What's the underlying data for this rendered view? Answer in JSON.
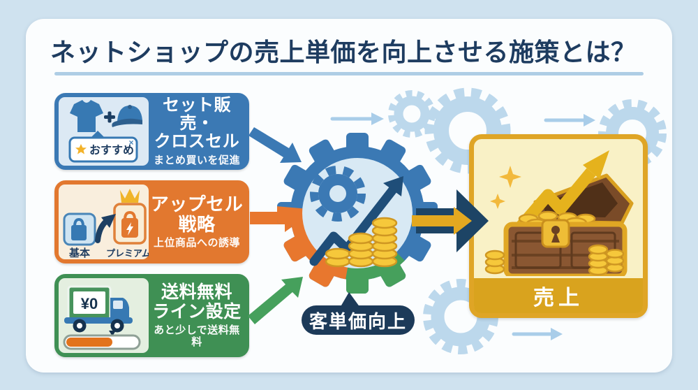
{
  "header": {
    "title": "ネットショップの売上単価を向上させる施策とは？"
  },
  "strategies": [
    {
      "name": "cross-sell",
      "title_line1": "セット販売・",
      "title_line2": "クロスセル",
      "subtitle": "まとめ買いを促進",
      "badge": "おすすめ",
      "badge_close": "×",
      "icons": [
        "tshirt-icon",
        "plus-icon",
        "cap-icon",
        "star-icon",
        "recommend-bubble"
      ]
    },
    {
      "name": "upsell",
      "title_line1": "アップセル",
      "title_line2": "戦略",
      "subtitle": "上位商品への誘導",
      "label_basic": "基本",
      "label_premium": "プレミアム",
      "icons": [
        "bag-basic-icon",
        "upgrade-arrow-icon",
        "bag-premium-icon",
        "crown-icon"
      ]
    },
    {
      "name": "free-shipping",
      "title_line1": "送料無料",
      "title_line2": "ライン設定",
      "subtitle": "あと少しで送料無料",
      "truck_price": "¥0",
      "icons": [
        "delivery-truck-icon",
        "progress-bar"
      ]
    }
  ],
  "center": {
    "label": "客単価向上"
  },
  "result": {
    "label": "売上"
  },
  "palette": {
    "page_bg": "#cfe2ef",
    "card_bg": "#fbfdfe",
    "title_text": "#1e3c60",
    "title_underline": "#aecde5",
    "blue": "#3b79b4",
    "blue_panel": "#dce9f4",
    "orange": "#e2782f",
    "orange_panel": "#f9eedd",
    "green": "#3f9054",
    "green_panel": "#e4efe0",
    "navy": "#1d4465",
    "gold": "#e3a820",
    "coin": "#f6c83b",
    "chest_border": "#dfa526",
    "chest_bg": "#f9f1c6",
    "decor_gear": "#bcd8ec"
  }
}
